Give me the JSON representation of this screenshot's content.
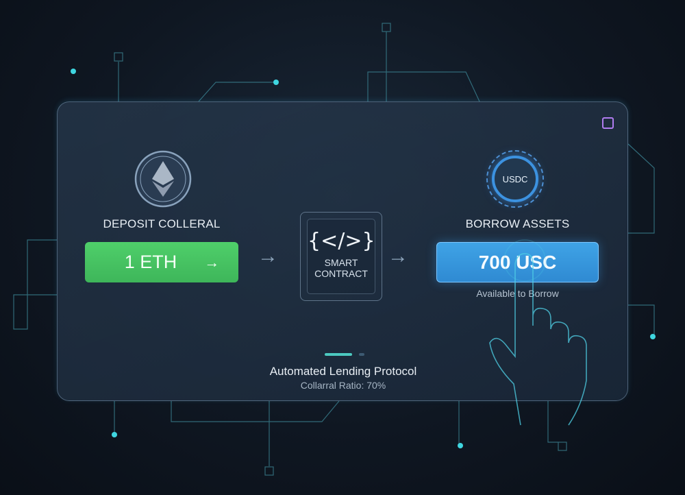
{
  "deposit": {
    "icon": "ethereum-icon",
    "label": "DEPOSIT COLLERAL",
    "amount": "1 ETH",
    "arrow": "→"
  },
  "contract": {
    "code": "{</>}",
    "label_line1": "SMART",
    "label_line2": "CONTRACT"
  },
  "borrow": {
    "token_badge": "USDC",
    "label": "BORROW ASSETS",
    "amount": "700 USC",
    "caption": "Available to Borrow"
  },
  "footer": {
    "title": "Automated Lending Protocol",
    "ratio": "Collarral Ratio: 70%",
    "progress_step": 1,
    "progress_steps": 2
  },
  "colors": {
    "green": "#45c262",
    "blue": "#3498dd",
    "accent": "#4cc9c0",
    "purple": "#b07cf0"
  }
}
